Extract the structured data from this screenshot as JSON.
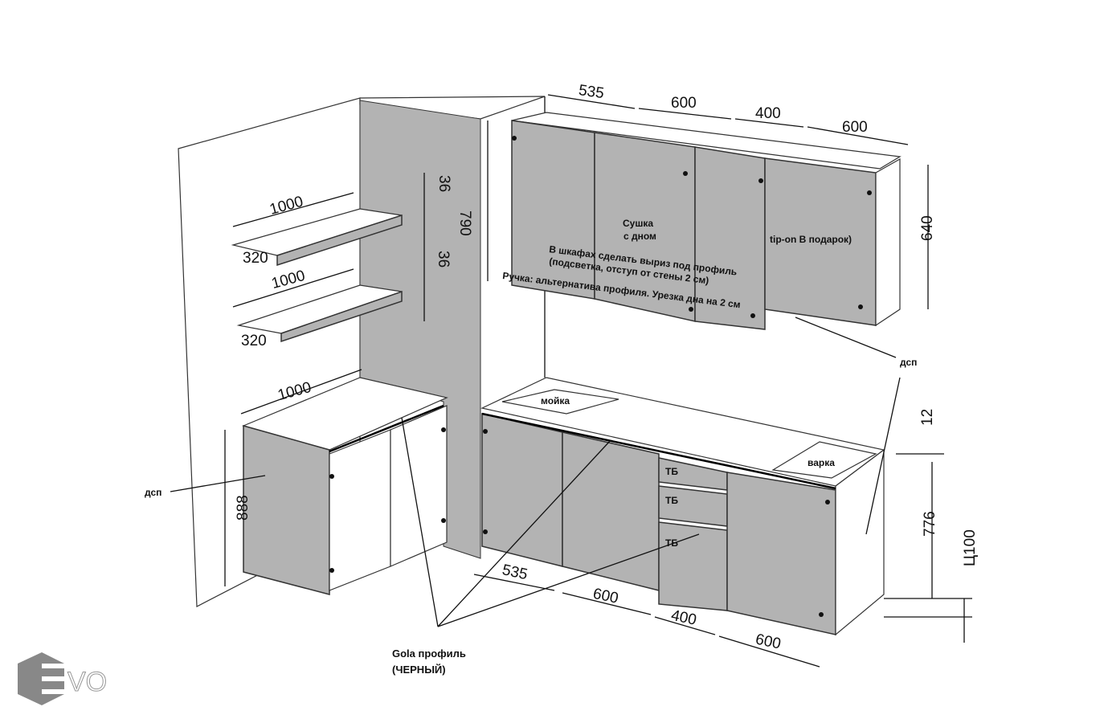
{
  "dimensions": {
    "upper_widths": [
      "535",
      "600",
      "400",
      "600"
    ],
    "upper_height": "790",
    "upper_cabinet_height": "640",
    "shelf_lengths": [
      "1000",
      "1000"
    ],
    "shelf_depths": [
      "320",
      "320"
    ],
    "shelf_thickness": [
      "36",
      "36"
    ],
    "corner_counter_length": "1000",
    "corner_height": "888",
    "lower_widths": [
      "535",
      "600",
      "400",
      "600"
    ],
    "countertop": "12",
    "lower_height": "776",
    "plinth": "Ц100"
  },
  "labels": {
    "drying": "Сушка",
    "drying2": "с дном",
    "tip_on": "tip-on В подарок)",
    "cutout1": "В шкафах сделать выриз под профиль",
    "cutout2": "(подсветка, отступ от стены 2 см)",
    "handle": "Ручка: альтернатива профиля. Урезка дна на 2 см",
    "sink": "мойка",
    "hob": "варка",
    "dsp_right": "дсп",
    "dsp_left": "дсп",
    "tb1": "ТБ",
    "tb2": "ТБ",
    "tb3": "ТБ",
    "gola1": "Gola профиль",
    "gola2": "(ЧЕРНЫЙ)"
  },
  "logo": {
    "text": "EVO"
  }
}
